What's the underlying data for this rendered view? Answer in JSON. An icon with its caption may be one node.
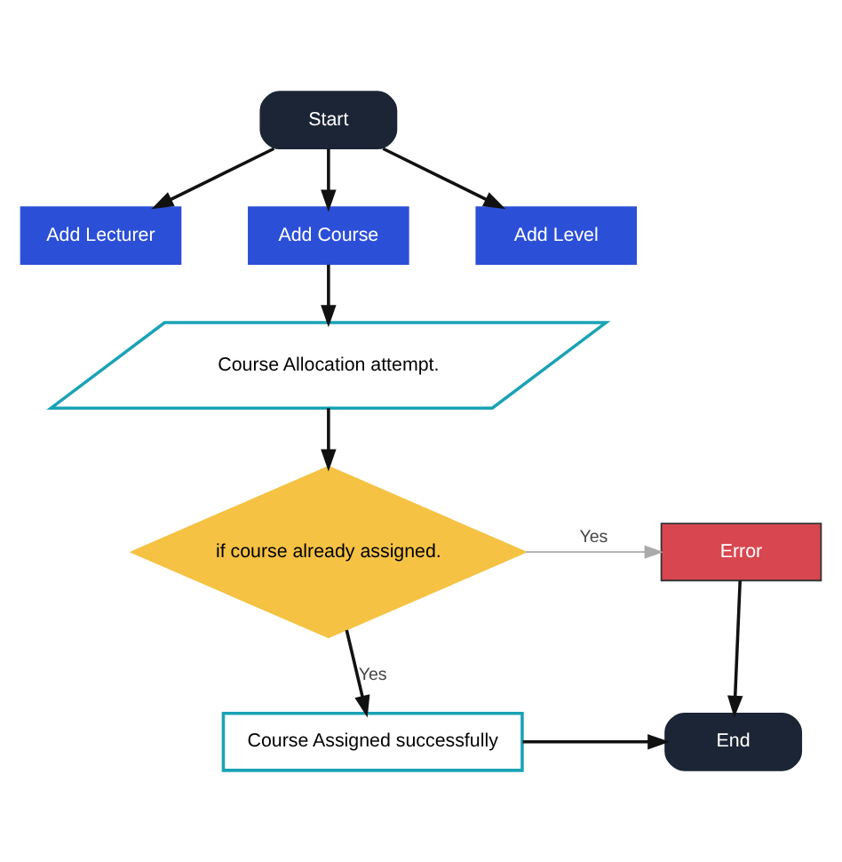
{
  "diagram": {
    "nodes": [
      {
        "text": [
          "Start"
        ]
      },
      {
        "text": [
          "Add Lecturer"
        ]
      },
      {
        "text": [
          "Add Course"
        ]
      },
      {
        "text": [
          "Add Level"
        ]
      },
      {
        "text": [
          "Course Allocation attempt."
        ]
      },
      {
        "text": [
          "if course already assigned."
        ]
      },
      {
        "text": [
          "Error"
        ]
      },
      {
        "text": [
          "Course Assigned successfully"
        ]
      },
      {
        "text": [
          "End"
        ]
      }
    ],
    "edges": [
      {
        "from": 0,
        "to": 1,
        "arrow": "to"
      },
      {
        "from": 0,
        "to": 2,
        "arrow": "to"
      },
      {
        "from": 0,
        "to": 3,
        "arrow": "to"
      },
      {
        "from": 2,
        "to": 4,
        "arrow": "to"
      },
      {
        "from": 4,
        "to": 5,
        "arrow": "to"
      },
      {
        "from": 5,
        "to": 6,
        "arrow": "to",
        "label": "Yes",
        "color": "#aaaaaa"
      },
      {
        "from": 5,
        "to": 7,
        "arrow": "to",
        "label": "Yes"
      },
      {
        "from": 6,
        "to": 8,
        "arrow": "to"
      },
      {
        "from": 7,
        "to": 8,
        "arrow": "to"
      }
    ]
  }
}
